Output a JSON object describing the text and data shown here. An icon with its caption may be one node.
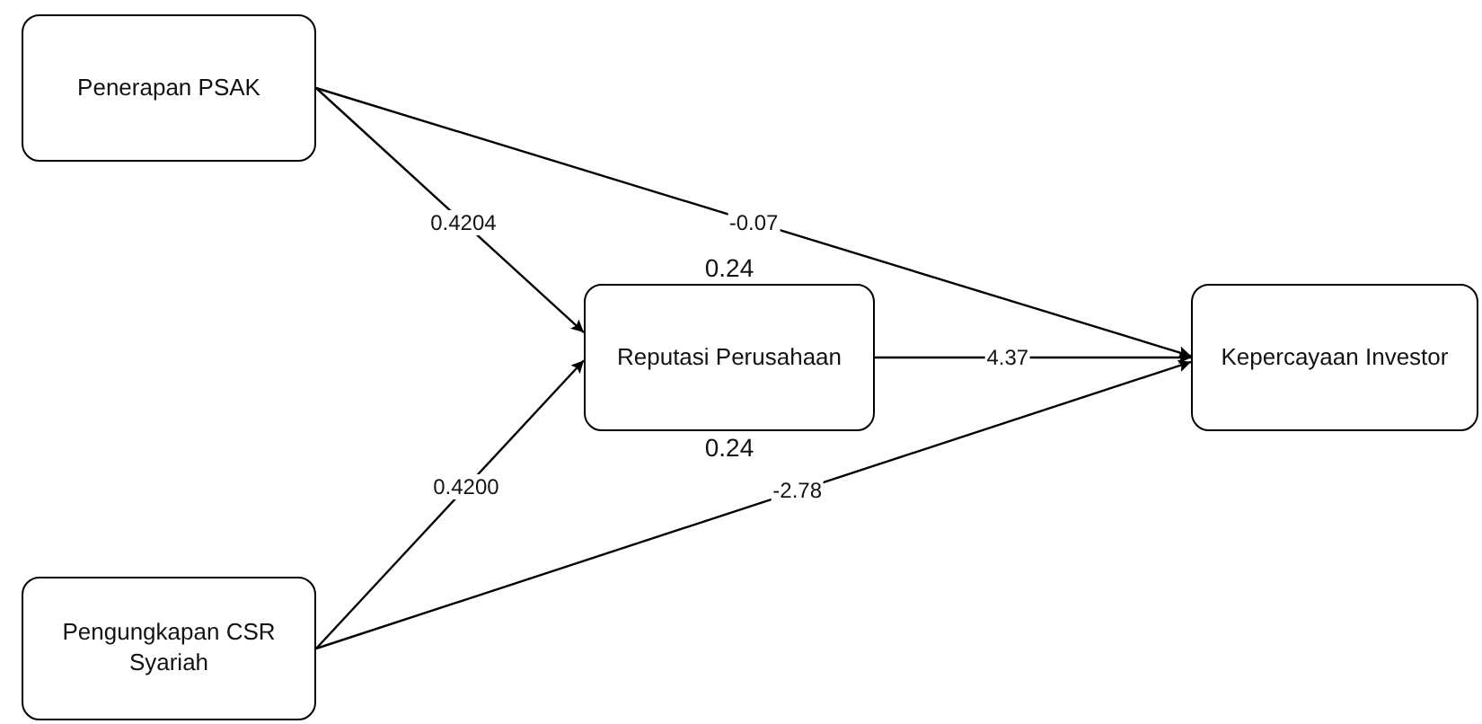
{
  "diagram": {
    "nodes": [
      {
        "text": [
          "Penerapan PSAK"
        ]
      },
      {
        "text": [
          "Reputasi Perusahaan"
        ],
        "beside": [
          "0.24",
          "0.24"
        ]
      },
      {
        "text": [
          "Kepercayaan Investor"
        ]
      },
      {
        "text": [
          "Pengungkapan CSR Syariah"
        ]
      }
    ],
    "edges": [
      {
        "from": 0,
        "to": 1,
        "label": "0.4204",
        "arrow": "to"
      },
      {
        "from": 0,
        "to": 2,
        "label": "-0.07",
        "arrow": "to"
      },
      {
        "from": 1,
        "to": 2,
        "label": "4.37",
        "arrow": "to"
      },
      {
        "from": 3,
        "to": 1,
        "label": "0.4200",
        "arrow": "to"
      },
      {
        "from": 3,
        "to": 2,
        "label": "-2.78",
        "arrow": "to"
      }
    ]
  }
}
